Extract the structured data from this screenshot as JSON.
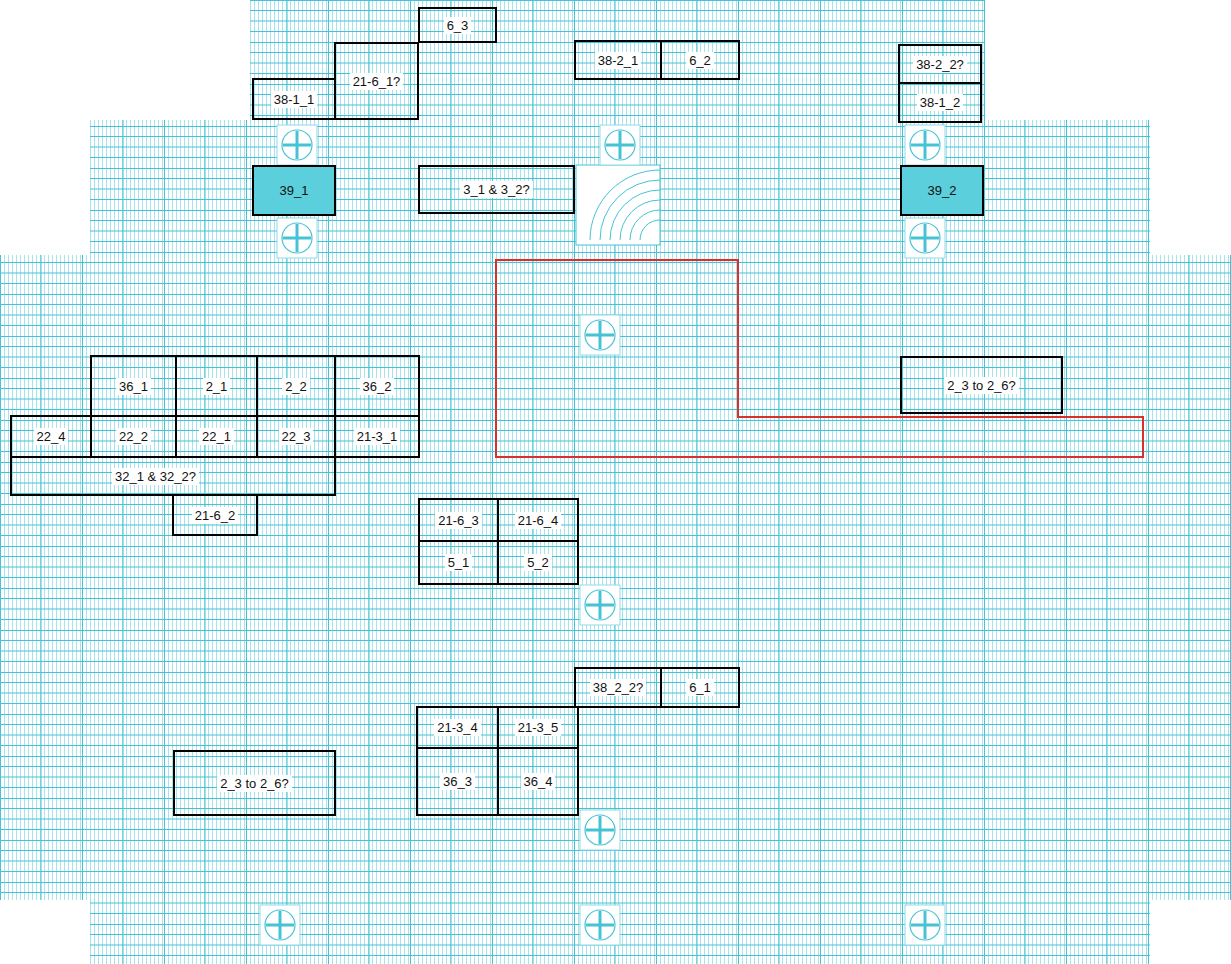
{
  "diagram": {
    "nodes": [
      {
        "text": [
          "6_3"
        ]
      },
      {
        "text": [
          "21-6_1?"
        ]
      },
      {
        "text": [
          "38-1_1"
        ]
      },
      {
        "text": [
          "38-2_1"
        ]
      },
      {
        "text": [
          "6_2"
        ]
      },
      {
        "text": [
          "38-2_2?"
        ]
      },
      {
        "text": [
          "38-1_2"
        ]
      },
      {
        "text": [
          "39_1"
        ]
      },
      {
        "text": [
          "3_1 & 3_2?"
        ]
      },
      {
        "text": [
          "39_2"
        ]
      },
      {
        "text": [
          "36_1"
        ]
      },
      {
        "text": [
          "2_1"
        ]
      },
      {
        "text": [
          "2_2"
        ]
      },
      {
        "text": [
          "36_2"
        ]
      },
      {
        "text": [
          "2_3 to 2_6?"
        ]
      },
      {
        "text": [
          "22_4"
        ]
      },
      {
        "text": [
          "22_2"
        ]
      },
      {
        "text": [
          "22_1"
        ]
      },
      {
        "text": [
          "22_3"
        ]
      },
      {
        "text": [
          "21-3_1"
        ]
      },
      {
        "text": [
          "32_1 & 32_2?"
        ]
      },
      {
        "text": [
          "21-6_2"
        ]
      },
      {
        "text": [
          "21-6_3"
        ]
      },
      {
        "text": [
          "21-6_4"
        ]
      },
      {
        "text": [
          "5_1"
        ]
      },
      {
        "text": [
          "5_2"
        ]
      },
      {
        "text": [
          "38_2_2?"
        ]
      },
      {
        "text": [
          "6_1"
        ]
      },
      {
        "text": [
          "21-3_4"
        ]
      },
      {
        "text": [
          "21-3_5"
        ]
      },
      {
        "text": [
          "2_3 to 2_6?"
        ]
      },
      {
        "text": [
          "36_3"
        ]
      },
      {
        "text": [
          "36_4"
        ]
      }
    ]
  }
}
